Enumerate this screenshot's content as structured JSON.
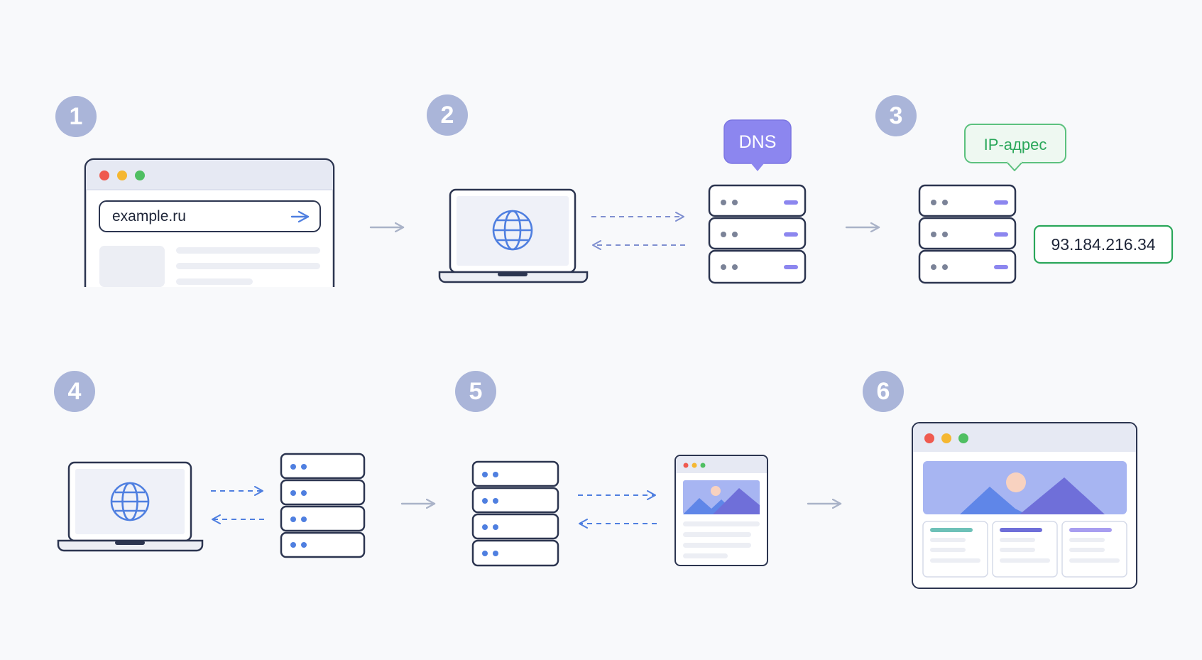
{
  "steps": [
    "1",
    "2",
    "3",
    "4",
    "5",
    "6"
  ],
  "browser": {
    "url": "example.ru"
  },
  "dns": {
    "label": "DNS"
  },
  "ip": {
    "label": "IP-адрес",
    "value": "93.184.216.34"
  },
  "colors": {
    "badge": "#aab5d9",
    "outline": "#2c3550",
    "accent_blue": "#4f7fe0",
    "dns_purple": "#8c86ef",
    "ip_green": "#2aa75a",
    "arrow_gray": "#aab3c8"
  }
}
